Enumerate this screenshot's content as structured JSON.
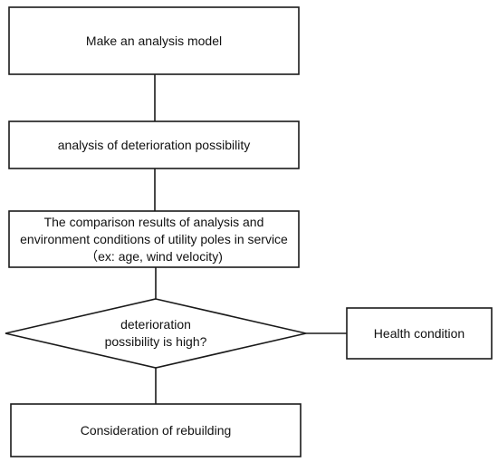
{
  "colors": {
    "stroke": "#1a1a1a",
    "fill": "#ffffff",
    "text": "#111111"
  },
  "nodes": {
    "analysis_model": {
      "label": "Make an analysis model"
    },
    "deterioration_analysis": {
      "label": "analysis of deterioration possibility"
    },
    "comparison": {
      "label": "The comparison results of analysis and environment conditions of utility poles in service （ex: age, wind velocity)"
    },
    "decision": {
      "label": "deterioration possibility is high?"
    },
    "health_condition": {
      "label": "Health condition"
    },
    "rebuilding": {
      "label": "Consideration of rebuilding"
    }
  }
}
